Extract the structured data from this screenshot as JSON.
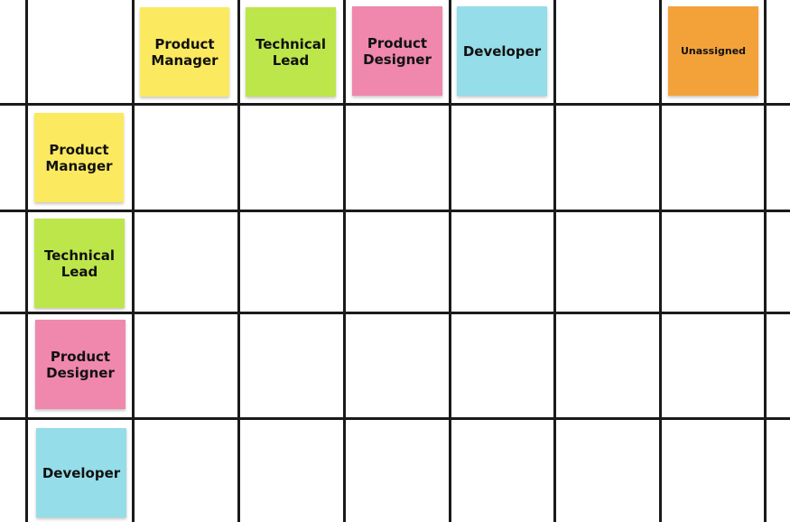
{
  "colors": {
    "product_manager": "#fbe960",
    "technical_lead": "#bde64b",
    "product_designer": "#ef88ac",
    "developer": "#95dde9",
    "unassigned": "#f3a23a",
    "grid_line": "#1a1a1a"
  },
  "column_headers": [
    {
      "label": "Product\nManager",
      "color_key": "product_manager"
    },
    {
      "label": "Technical\nLead",
      "color_key": "technical_lead"
    },
    {
      "label": "Product\nDesigner",
      "color_key": "product_designer"
    },
    {
      "label": "Developer",
      "color_key": "developer"
    },
    {
      "label": "Unassigned",
      "color_key": "unassigned"
    }
  ],
  "row_headers": [
    {
      "label": "Product\nManager",
      "color_key": "product_manager"
    },
    {
      "label": "Technical\nLead",
      "color_key": "technical_lead"
    },
    {
      "label": "Product\nDesigner",
      "color_key": "product_designer"
    },
    {
      "label": "Developer",
      "color_key": "developer"
    }
  ]
}
